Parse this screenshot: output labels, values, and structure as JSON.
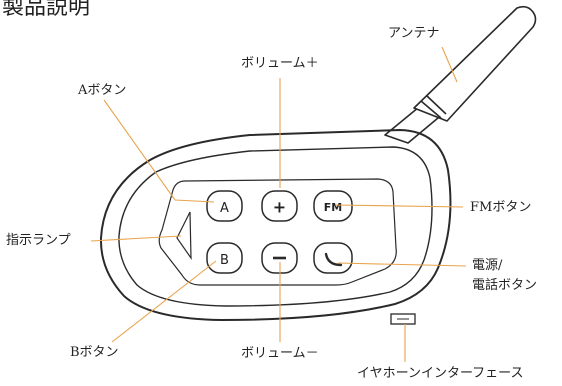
{
  "title": "製品説明",
  "labels": {
    "antenna": "アンテナ",
    "volume_up": "ボリューム＋",
    "a_button": "Aボタン",
    "indicator_lamp": "指示ランプ",
    "fm_button": "FMボタン",
    "power_call_line1": "電源/",
    "power_call_line2": "電話ボタン",
    "b_button": "Bボタン",
    "volume_down": "ボリューム－",
    "earphone_interface": "イヤホーンインターフェース"
  },
  "buttons": {
    "a": "A",
    "b": "B",
    "plus": "+",
    "fm": "FM"
  },
  "colors": {
    "outline": "#2a2a2a",
    "leader": "#e8a34c",
    "background": "#ffffff"
  },
  "icons": [
    "minus-icon",
    "phone-handset-icon"
  ]
}
